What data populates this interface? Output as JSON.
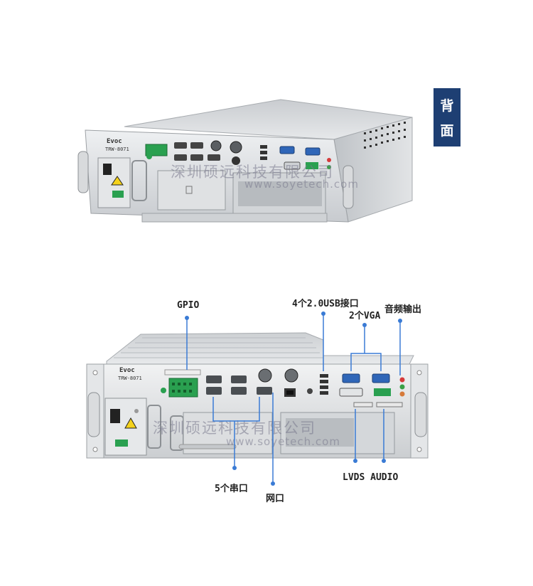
{
  "side_tag": {
    "line1": "背",
    "line2": "面"
  },
  "device": {
    "brand": "Evoc",
    "model": "TRW-8071"
  },
  "callouts": {
    "gpio": "GPIO",
    "usb": "4个2.0USB接口",
    "vga": "2个VGA",
    "audio_out": "音频输出",
    "serial": "5个串口",
    "lan": "网口",
    "lvds_audio": "LVDS AUDIO"
  },
  "watermark": {
    "company": "深圳硕远科技有限公司",
    "url": "www.soyetech.com"
  },
  "colors": {
    "tag_bg": "#1e3f73",
    "leader_line": "#3a7bd5",
    "chassis": "#d9dcdf"
  }
}
